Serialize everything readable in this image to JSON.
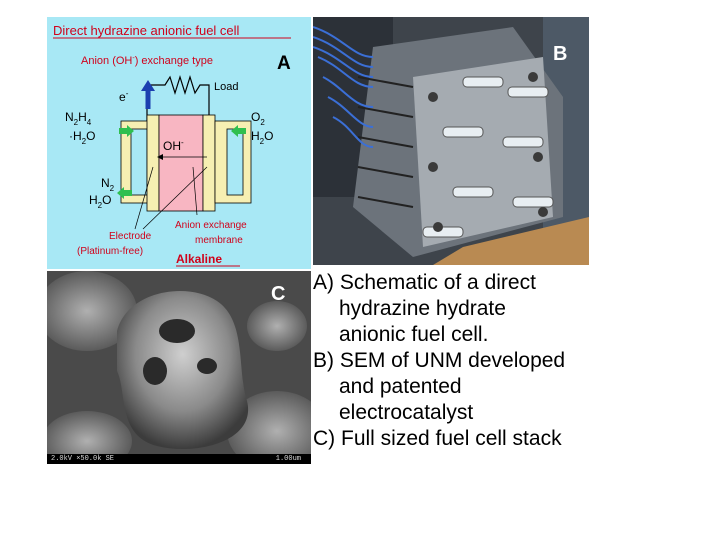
{
  "panel_a": {
    "title": "Direct hydrazine anionic fuel cell",
    "subtitle_pre": "Anion (OH",
    "subtitle_sup": "-",
    "subtitle_post": ") exchange type",
    "letter": "A",
    "load": "Load",
    "electron": "e",
    "electron_sup": "-",
    "fuel_n": "N",
    "fuel_n_sub": "2",
    "fuel_h": "H",
    "fuel_h_sub": "4",
    "fuel_water_pre": "·H",
    "fuel_water_sub": "2",
    "fuel_water_post": "O",
    "o2": "O",
    "o2_sub": "2",
    "h2o_r": "H",
    "h2o_r_sub": "2",
    "h2o_r_post": "O",
    "oh": "OH",
    "oh_sup": "-",
    "n2": "N",
    "n2_sub": "2",
    "h2o_l": "H",
    "h2o_l_sub": "2",
    "h2o_l_post": "O",
    "electrode_line1": "Electrode",
    "electrode_line2": "(Platinum-free)",
    "membrane_line1": "Anion exchange",
    "membrane_line2": "membrane",
    "alkaline": "Alkaline"
  },
  "panel_b": {
    "letter": "B"
  },
  "panel_c": {
    "letter": "C",
    "sem_left": "2.0kV ×50.0k SE",
    "sem_right": "1.00um"
  },
  "caption": {
    "a_line1": "A) Schematic of a direct",
    "a_line2": "hydrazine hydrate",
    "a_line3": "anionic fuel cell.",
    "b_line1": "B) SEM of UNM developed",
    "b_line2": "and patented",
    "b_line3": "electrocatalyst",
    "c_line1": "C) Full sized fuel cell stack"
  },
  "colors": {
    "panel_a_bg": "#a8e8f5",
    "title_red": "#d0021b",
    "electrode": "#f6efb2",
    "membrane": "#f8b6c2",
    "arrow_green": "#2fbf4f",
    "electron_arrow": "#1b3fb0"
  }
}
